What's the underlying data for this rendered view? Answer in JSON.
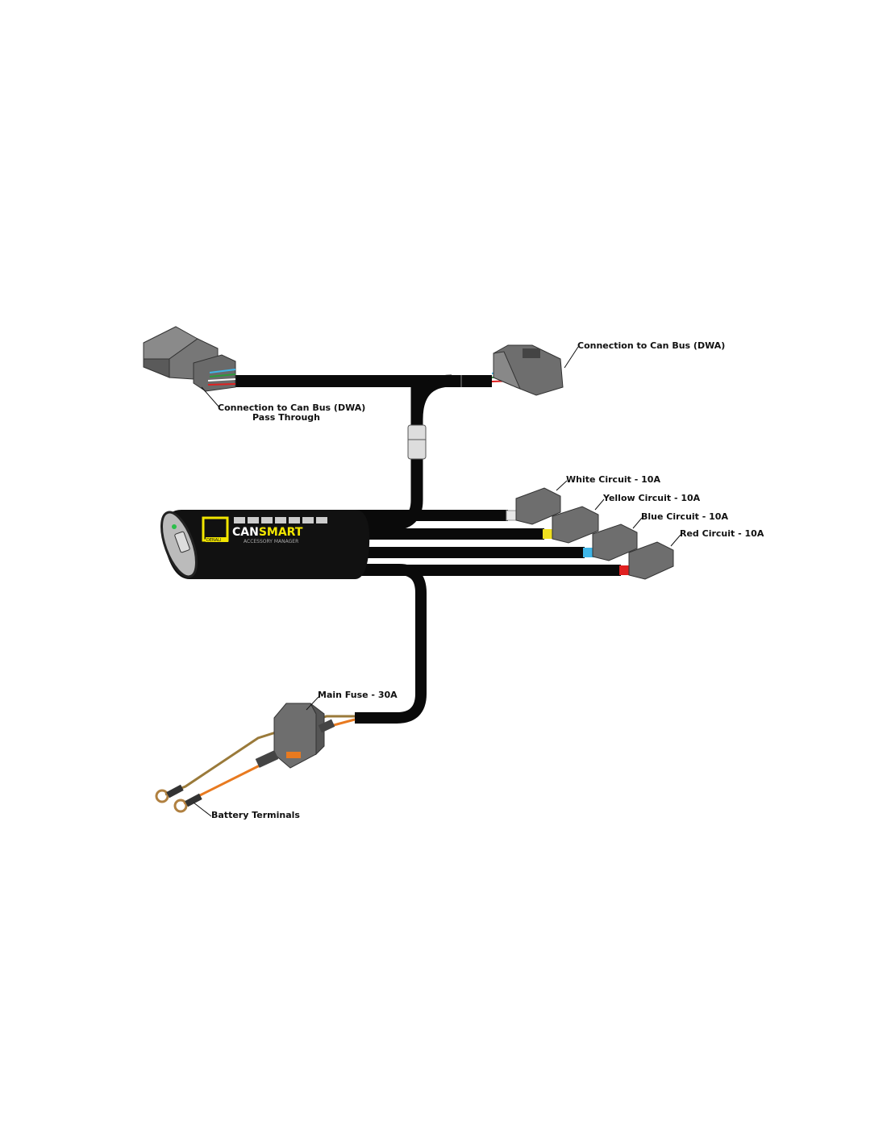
{
  "device": {
    "brand": "DENALI",
    "name_part1": "CAN",
    "name_part2": "SMART",
    "subtitle": "ACCESSORY MANAGER"
  },
  "labels": {
    "can_bus": "Connection to Can Bus (DWA)",
    "can_bus_pass_line1": "Connection to Can Bus (DWA)",
    "can_bus_pass_line2": "Pass Through",
    "white_circuit": "White Circuit - 10A",
    "yellow_circuit": "Yellow Circuit - 10A",
    "blue_circuit": "Blue Circuit - 10A",
    "red_circuit": "Red Circuit - 10A",
    "main_fuse": "Main Fuse - 30A",
    "battery_terminals": "Battery Terminals"
  },
  "colors": {
    "cable": "#0a0a0a",
    "connector": "#6b6b6b",
    "brand_yellow": "#f2e600",
    "white_wire": "#e8e8e8",
    "yellow_wire": "#f0e020",
    "blue_wire": "#3fb6e8",
    "red_wire": "#e02020",
    "orange_wire": "#e87a20",
    "brown_wire": "#9a7a3a"
  }
}
